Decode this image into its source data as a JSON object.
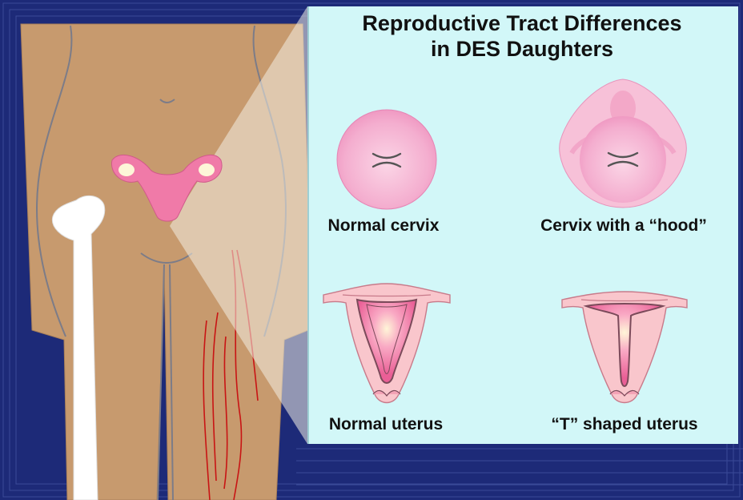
{
  "title": {
    "line1": "Reproductive Tract Differences",
    "line2": "in DES Daughters"
  },
  "panels": [
    {
      "id": "normal-cervix",
      "label": "Normal cervix"
    },
    {
      "id": "hooded-cervix",
      "label": "Cervix with a “hood”"
    },
    {
      "id": "normal-uterus",
      "label": "Normal uterus"
    },
    {
      "id": "t-shaped-uterus",
      "label": "“T” shaped uterus"
    }
  ],
  "colors": {
    "background": "#1d2a78",
    "panel": "#d2f7f8",
    "skin": "#c79a6e",
    "organ_pink": "#f07aa8",
    "tissue_light": "#f9c6cc",
    "bone": "#ffffff",
    "vessel": "#c81414"
  }
}
